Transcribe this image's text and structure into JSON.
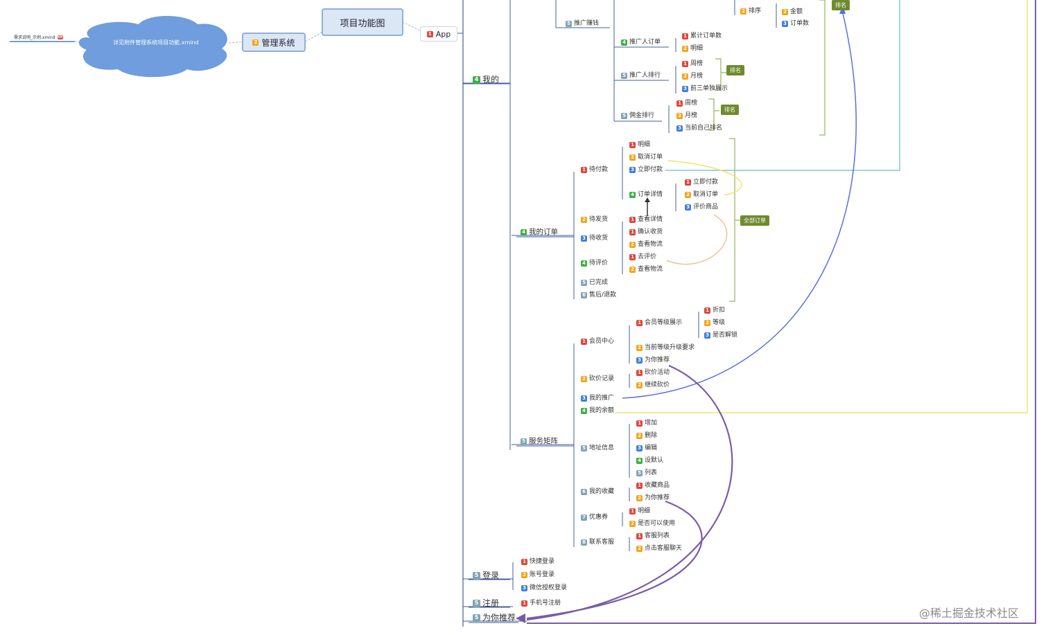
{
  "root_file": "需求说明_示例.xmind",
  "root_badge": "XM",
  "cloud_text": "详见附件管理系统项目功能.xmind",
  "center_title": "项目功能图",
  "center_branch": "管理系统",
  "center_branch_pri": "2",
  "app": {
    "pri": "1",
    "label": "App"
  },
  "mine": {
    "pri": "4",
    "label": "我的"
  },
  "login": {
    "pri": "5",
    "label": "登录"
  },
  "register": {
    "pri": "5",
    "label": "注册"
  },
  "recommend": {
    "pri": "5",
    "label": "为你推荐"
  },
  "promo": {
    "top_partial": "推广赚钱",
    "sort": "排序",
    "sort_children": [
      "金额",
      "订单数"
    ],
    "promo_orders": "推广人订单",
    "promo_orders_children": [
      "累计订单数",
      "明细"
    ],
    "promo_rank": "推广人排行",
    "promo_rank_children": [
      "周榜",
      "月榜",
      "前三单独展示"
    ],
    "commission_rank": "佣金排行",
    "commission_rank_children": [
      "周榜",
      "月榜",
      "当前自己排名"
    ],
    "tag_rank1": "排名",
    "tag_rank2": "排名",
    "tag_top": "排名"
  },
  "orders": {
    "label": "我的订单",
    "pending_pay": "待付款",
    "pending_pay_children": [
      "明细",
      "取消订单",
      "立即付款"
    ],
    "order_detail": "订单详情",
    "order_detail_children": [
      "立即付款",
      "取消订单",
      "评价商品"
    ],
    "pending_ship": "待发货",
    "pending_ship_children": [
      "查看详情"
    ],
    "pending_receive": "待收货",
    "pending_receive_children": [
      "确认收货",
      "查看物流"
    ],
    "pending_review": "待评价",
    "pending_review_children": [
      "去评价",
      "查看物流"
    ],
    "done": "已完成",
    "after_sale": "售后/退款",
    "tag_all": "全部订单"
  },
  "services": {
    "label": "服务矩阵",
    "member": "会员中心",
    "member_level": "会员等级展示",
    "member_level_children": [
      "折扣",
      "等级",
      "是否解锁"
    ],
    "member_upgrade": "当前等级升级要求",
    "member_recommend": "为你推荐",
    "bargain": "砍价记录",
    "bargain_children": [
      "砍价活动",
      "继续砍价"
    ],
    "my_promo": "我的推广",
    "my_balance": "我的余额",
    "address": "地址信息",
    "address_children": [
      "增加",
      "删除",
      "编辑",
      "设默认",
      "列表"
    ],
    "favorites": "我的收藏",
    "favorites_children": [
      "收藏商品",
      "为你推荐"
    ],
    "coupons": "优惠券",
    "coupons_children": [
      "明细",
      "是否可以使用"
    ],
    "service": "联系客服",
    "service_children": [
      "客服列表",
      "点击客服聊天"
    ]
  },
  "login_children": [
    "快捷登录",
    "账号登录",
    "微信授权登录"
  ],
  "register_children": [
    "手机号注册"
  ],
  "watermark": "@稀土掘金技术社区"
}
